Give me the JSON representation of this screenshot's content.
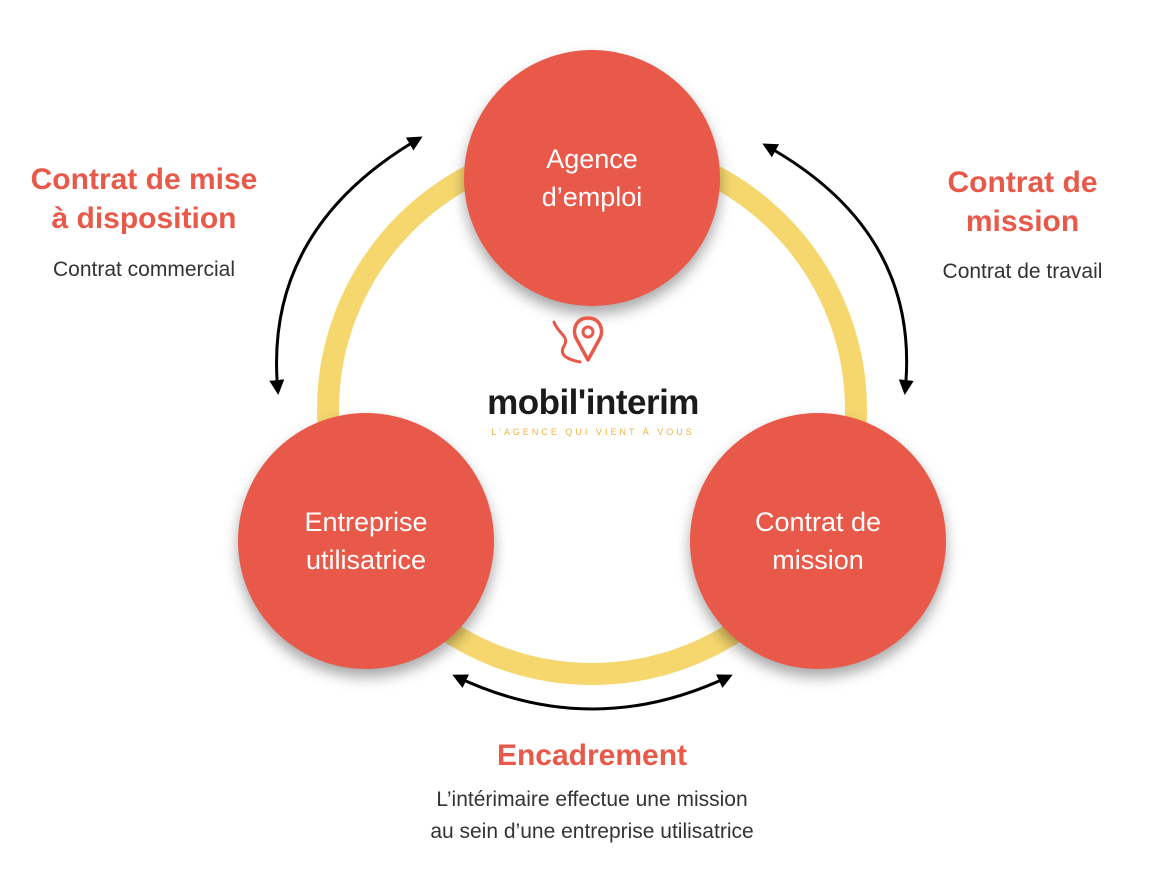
{
  "nodes": {
    "agence": [
      "Agence",
      "d’emploi"
    ],
    "entreprise": [
      "Entreprise",
      "utilisatrice"
    ],
    "contrat": [
      "Contrat de",
      "mission"
    ]
  },
  "relations": {
    "left": {
      "title": [
        "Contrat de mise",
        "à disposition"
      ],
      "subtitle": "Contrat commercial"
    },
    "right": {
      "title": [
        "Contrat de",
        "mission"
      ],
      "subtitle": "Contrat de travail"
    },
    "bottom": {
      "title": "Encadrement",
      "subtitle": [
        "L’intérimaire effectue une mission",
        "au sein d’une entreprise utilisatrice"
      ]
    }
  },
  "logo": {
    "icon": "map-pin-path-icon",
    "name": "mobil'interim",
    "tagline": "L'AGENCE QUI VIENT À VOUS"
  },
  "colors": {
    "node": "#e8594a",
    "ring": "#f5d76e",
    "accent": "#e8594a",
    "arrow": "#000000",
    "tagline": "#f2b33d"
  }
}
